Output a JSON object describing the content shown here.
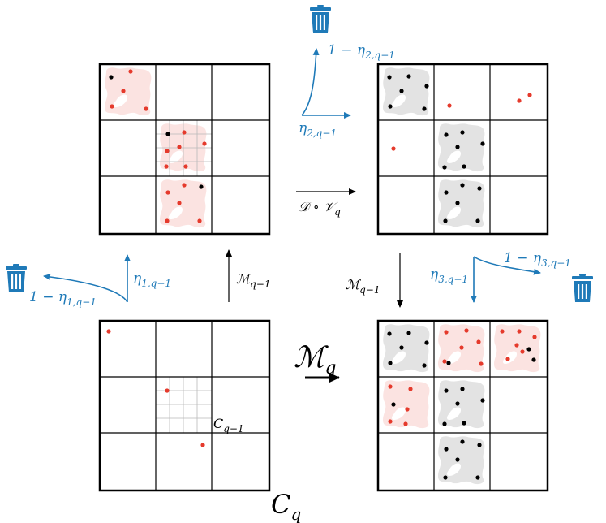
{
  "colors": {
    "accent_blue": "#1f7ab8",
    "particle_red": "#e53a2c",
    "particle_black": "#000000",
    "blob_red": "#fbe3e1",
    "blob_gray": "#e3e3e3"
  },
  "icons": {
    "trash": "trash-icon"
  },
  "labels": {
    "eta2": "η",
    "eta2_sub": "2,q−1",
    "one_minus_eta2_prefix": "1 − η",
    "one_minus_eta2_sub": "2,q−1",
    "eta1": "η",
    "eta1_sub": "1,q−1",
    "one_minus_eta1_prefix": "1 − η",
    "one_minus_eta1_sub": "1,q−1",
    "eta3": "η",
    "eta3_sub": "3,q−1",
    "one_minus_eta3_prefix": "1 − η",
    "one_minus_eta3_sub": "3,q−1",
    "dv_operator": "𝒟 ∘ 𝒱",
    "dv_sub": "q",
    "m_prev_left": "ℳ",
    "m_prev_left_sub": "q−1",
    "m_prev_right": "ℳ",
    "m_prev_right_sub": "q−1",
    "m_q": "ℳ",
    "m_q_sub": "q",
    "c_q_minus_1": "C",
    "c_q_minus_1_sub": "q−1",
    "c_q": "C",
    "c_q_sub": "q"
  }
}
